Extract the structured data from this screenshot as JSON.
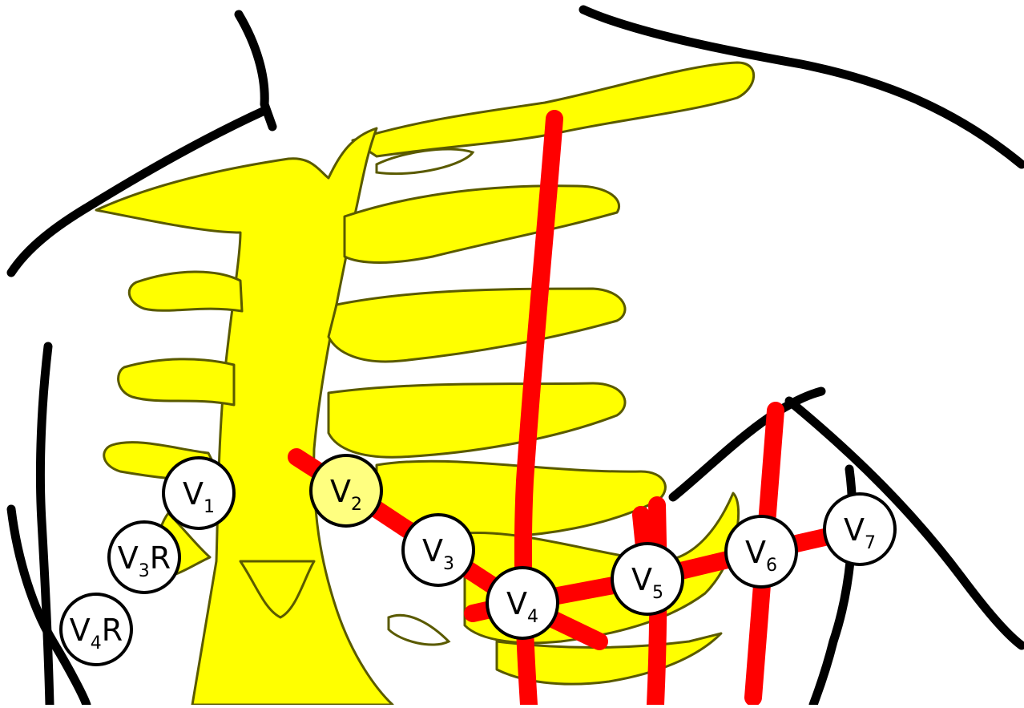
{
  "colors": {
    "skeleton": "#ffff00",
    "outline": "#000000",
    "lead_lines": "#ff0000",
    "electrode_fill": "#ffffff",
    "background": "#ffffff"
  },
  "electrodes": [
    {
      "id": "v1",
      "main": "V",
      "sub": "1",
      "fill": "#ffffff"
    },
    {
      "id": "v2",
      "main": "V",
      "sub": "2",
      "fill": "#ffff80"
    },
    {
      "id": "v3",
      "main": "V",
      "sub": "3",
      "fill": "#ffffff"
    },
    {
      "id": "v4",
      "main": "V",
      "sub": "4",
      "fill": "#ffffff"
    },
    {
      "id": "v5",
      "main": "V",
      "sub": "5",
      "fill": "#ffffff"
    },
    {
      "id": "v6",
      "main": "V",
      "sub": "6",
      "fill": "#ffffff"
    },
    {
      "id": "v7",
      "main": "V",
      "sub": "7",
      "fill": "#ffffff"
    },
    {
      "id": "v3r",
      "main": "V",
      "sub": "3",
      "suffix": "R",
      "fill": "#ffffff"
    },
    {
      "id": "v4r",
      "main": "V",
      "sub": "4",
      "suffix": "R",
      "fill": "#ffffff"
    }
  ]
}
